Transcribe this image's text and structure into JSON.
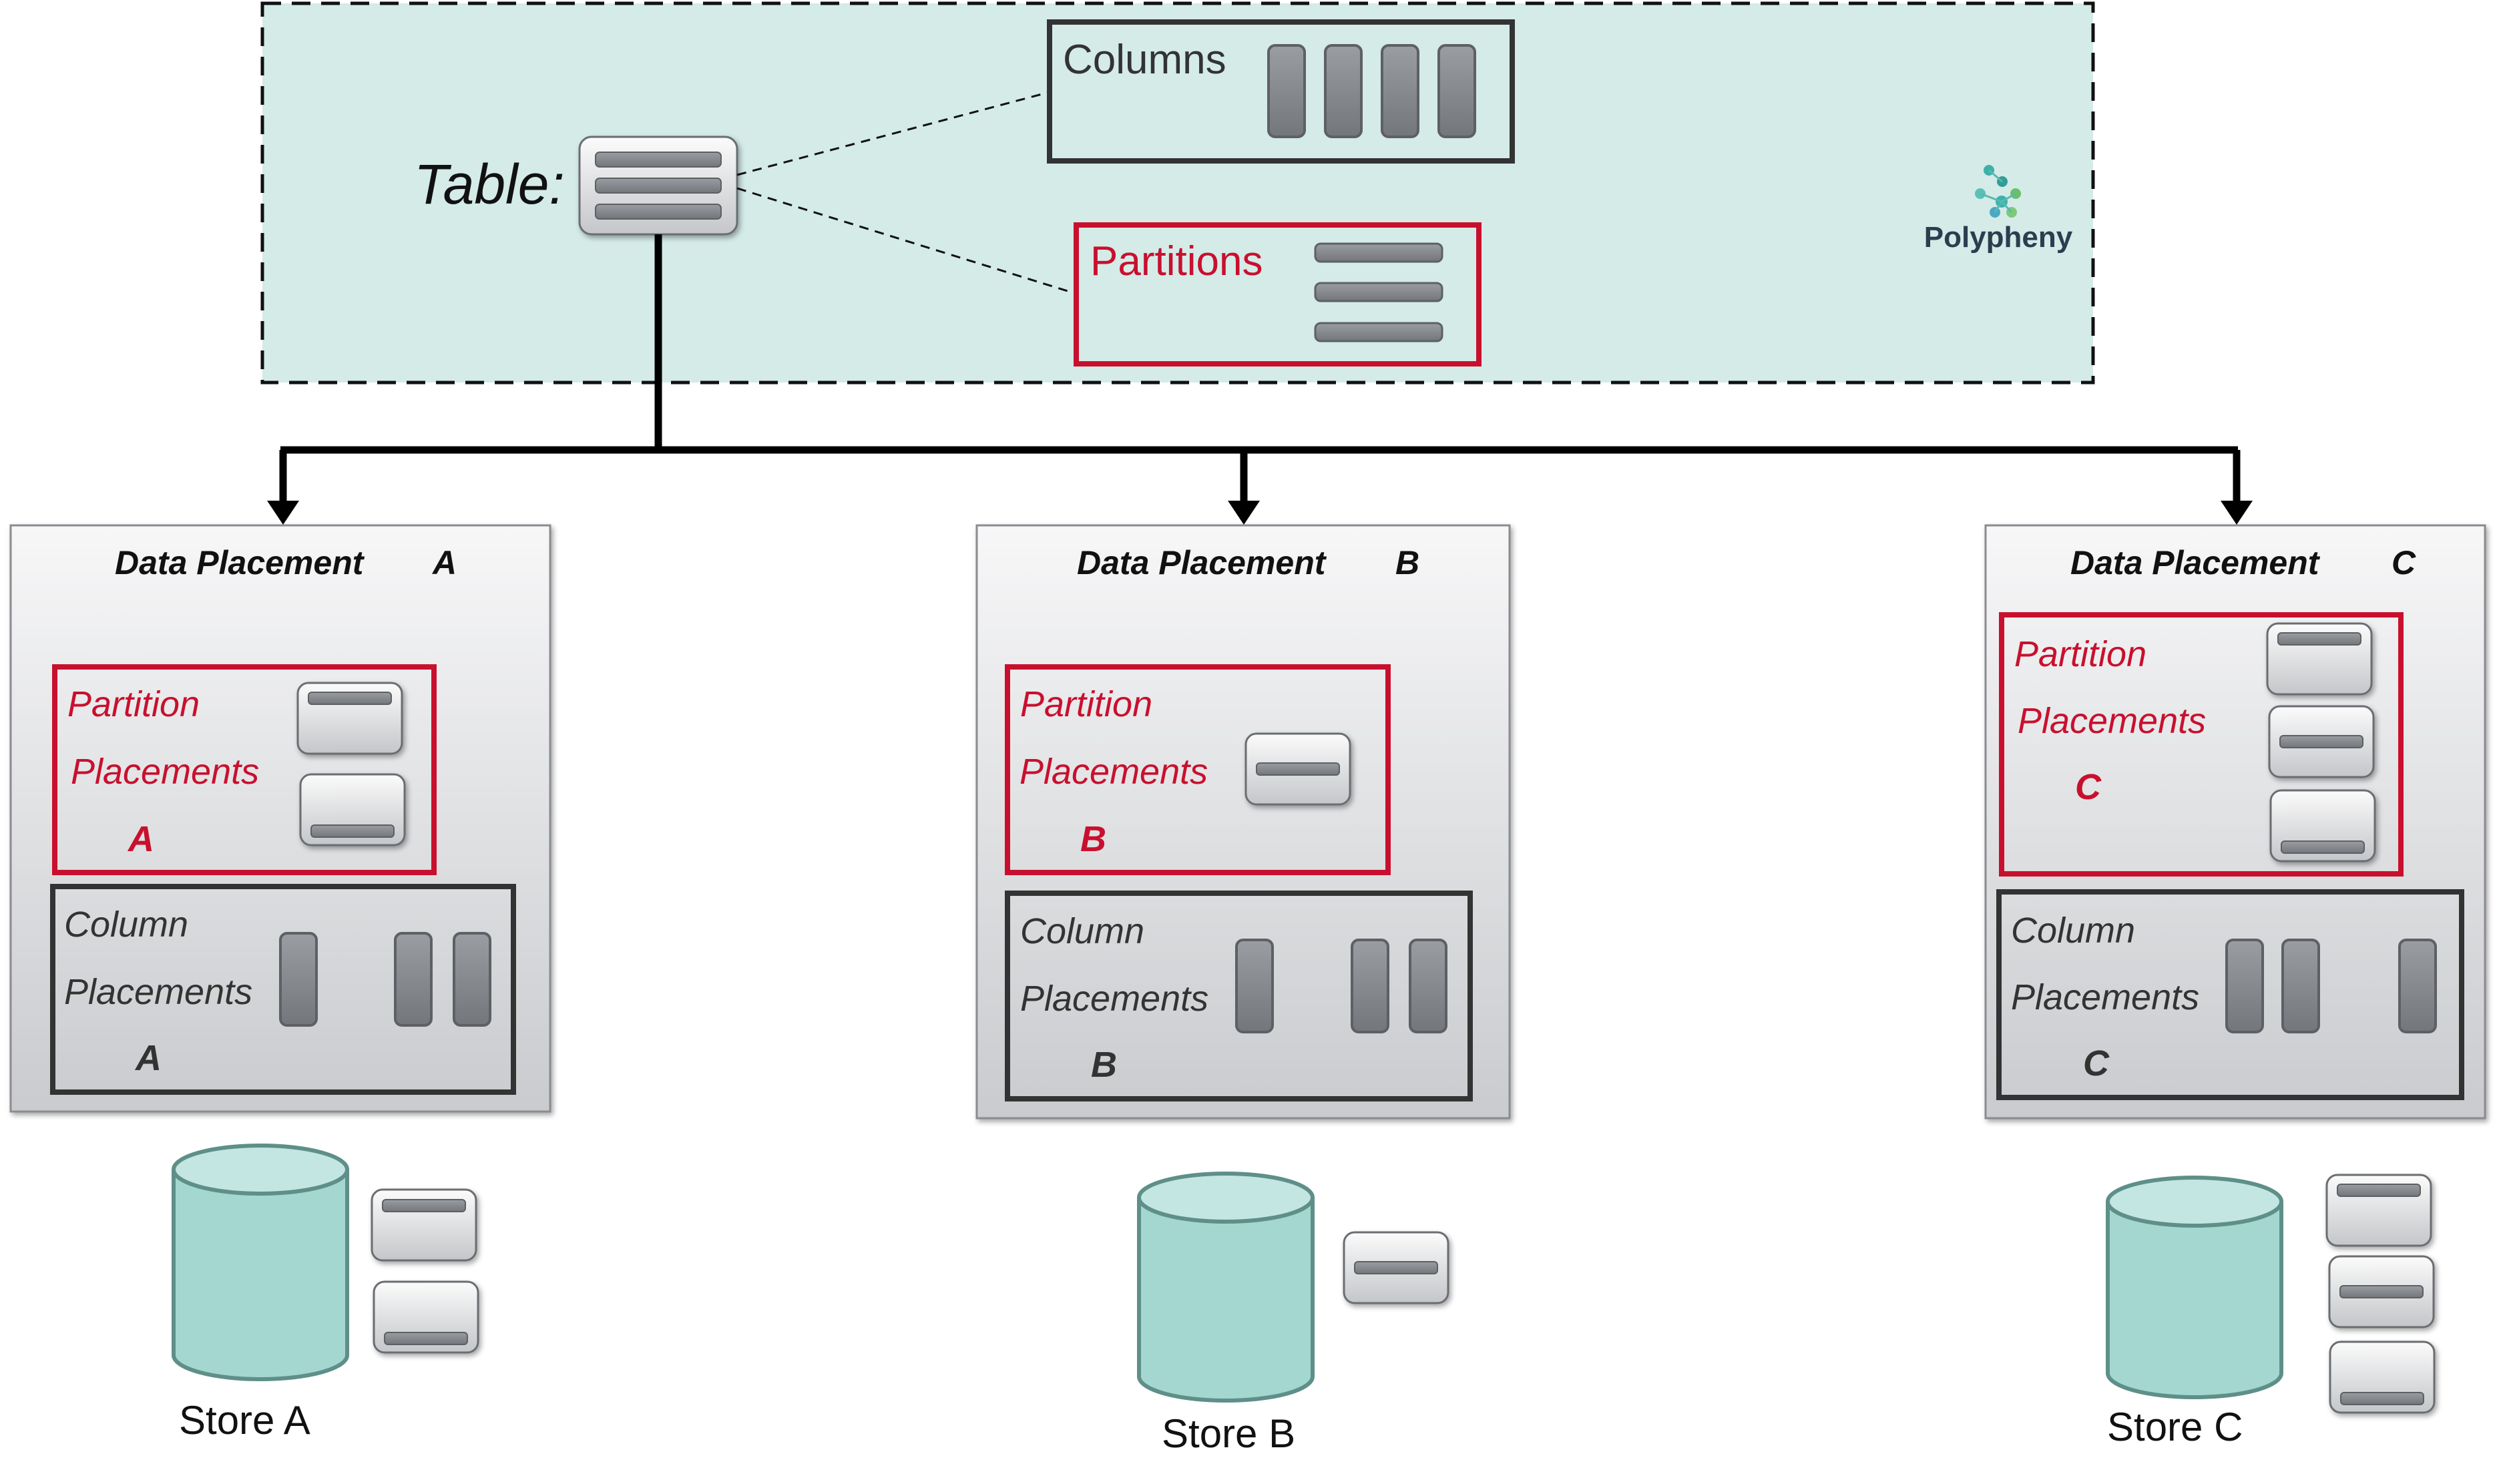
{
  "schema": {
    "table_label": "Table:",
    "columns_label": "Columns",
    "partitions_label": "Partitions",
    "logo_text": "Polypheny"
  },
  "placements": [
    {
      "id": "a",
      "title": "Data  Placement",
      "letter": "A",
      "partition_label_1": "Partition",
      "partition_label_2": "Placements",
      "partition_letter": "A",
      "column_label_1": "Column",
      "column_label_2": "Placements",
      "column_letter": "A",
      "store_label": "Store A"
    },
    {
      "id": "b",
      "title": "Data  Placement",
      "letter": "B",
      "partition_label_1": "Partition",
      "partition_label_2": "Placements",
      "partition_letter": "B",
      "column_label_1": "Column",
      "column_label_2": "Placements",
      "column_letter": "B",
      "store_label": "Store B"
    },
    {
      "id": "c",
      "title": "Data  Placement",
      "letter": "C",
      "partition_label_1": "Partition",
      "partition_label_2": "Placements",
      "partition_letter": "C",
      "column_label_1": "Column",
      "column_label_2": "Placements",
      "column_letter": "C",
      "store_label": "Store C"
    }
  ],
  "colors": {
    "schema_fill": "#d4ebe8",
    "partition_red": "#c8102e",
    "dark": "#333333",
    "store_fill": "#a3d7d0",
    "bar_fill": "#7f8286"
  }
}
